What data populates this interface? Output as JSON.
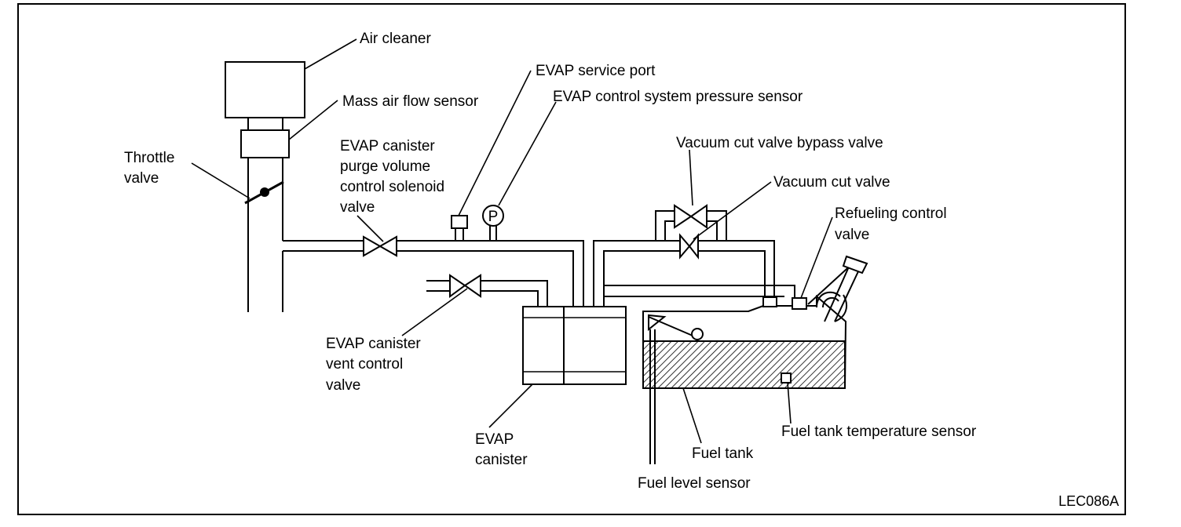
{
  "labels": {
    "air_cleaner": "Air cleaner",
    "mass_air_flow_sensor": "Mass air flow sensor",
    "throttle_valve": [
      "Throttle",
      "valve"
    ],
    "purge_valve": [
      "EVAP canister",
      "purge volume",
      "control solenoid",
      "valve"
    ],
    "service_port": "EVAP service port",
    "pressure_sensor": "EVAP control system pressure sensor",
    "pressure_sensor_symbol": "P",
    "bypass_valve": "Vacuum cut valve bypass valve",
    "vacuum_cut_valve": "Vacuum cut valve",
    "refueling_control_valve": [
      "Refueling control",
      "valve"
    ],
    "vent_control_valve": [
      "EVAP canister",
      "vent control",
      "valve"
    ],
    "evap_canister": [
      "EVAP",
      "canister"
    ],
    "fuel_tank": "Fuel tank",
    "fuel_tank_temp_sensor": "Fuel tank temperature sensor",
    "fuel_level_sensor": "Fuel level sensor"
  },
  "figure_code": "LEC086A"
}
